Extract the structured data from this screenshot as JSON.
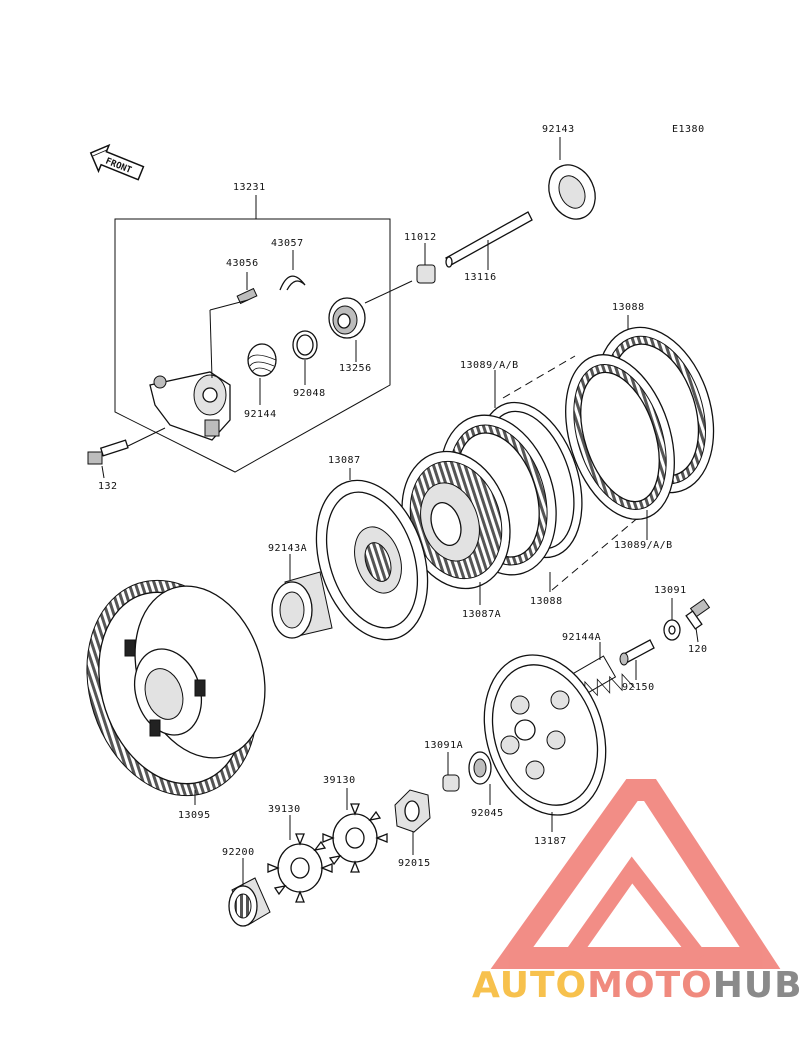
{
  "diagram_id": "E1380",
  "front_label": "FRONT",
  "parts": {
    "p92143": "92143",
    "p13231": "13231",
    "p11012": "11012",
    "p43057": "43057",
    "p43056": "43056",
    "p13116": "13116",
    "p13088_top": "13088",
    "p13089_ab_top": "13089/A/B",
    "p92048": "92048",
    "p13256": "13256",
    "p92144": "92144",
    "p132": "132",
    "p13087": "13087",
    "p13089_ab_bot": "13089/A/B",
    "p92143a": "92143A",
    "p13087a": "13087A",
    "p13088_bot": "13088",
    "p13091": "13091",
    "p92144a": "92144A",
    "p120": "120",
    "p92150": "92150",
    "p13091a": "13091A",
    "p13095": "13095",
    "p39130_a": "39130",
    "p39130_b": "39130",
    "p92045": "92045",
    "p13187": "13187",
    "p92015": "92015",
    "p92200": "92200"
  },
  "watermark": {
    "part1": "AUTO",
    "part2": "MOTO",
    "part3": "HUB",
    "color_auto": "#f7c14d",
    "color_moto": "#f08a7e",
    "color_hub": "#8a8a8a",
    "logo_color": "#f07a72"
  }
}
